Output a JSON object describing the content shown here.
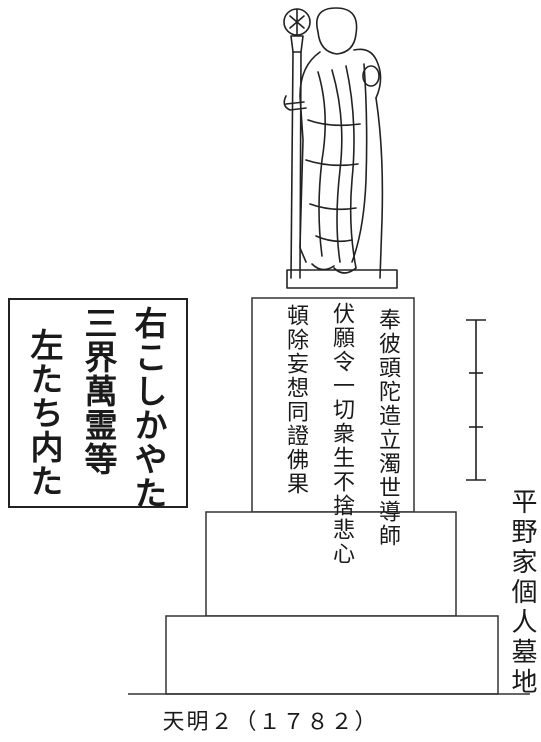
{
  "signpost": {
    "columns": [
      "右こしかやた",
      "三界萬霊等",
      "左たち内た"
    ]
  },
  "inscription": {
    "columns": [
      "奉彼頭陀造立濁世導師",
      "伏願令一切衆生不捨悲心",
      "頓除妄想同證佛果"
    ]
  },
  "site_label": "平野家個人墓地",
  "date_caption": "天明２（１７８２）"
}
